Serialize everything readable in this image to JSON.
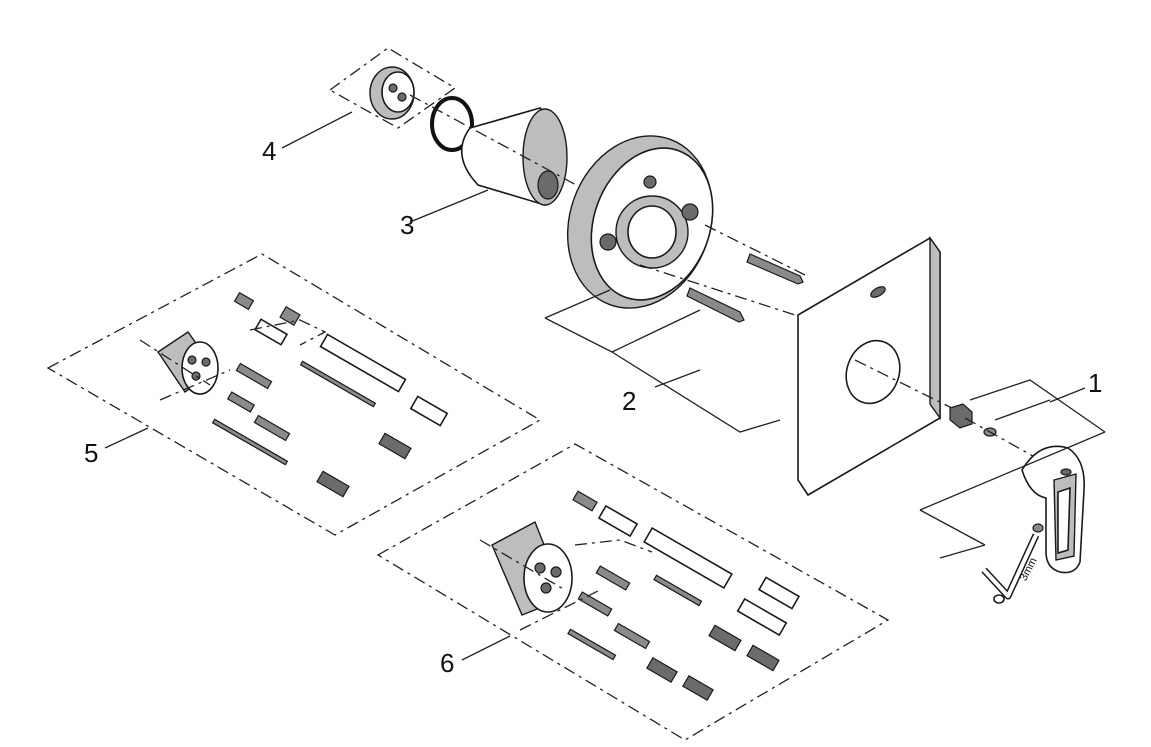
{
  "callouts": {
    "c1": "1",
    "c2": "2",
    "c3": "3",
    "c4": "4",
    "c5": "5",
    "c6": "6"
  },
  "tool_label": "3mm",
  "colors": {
    "line": "#222222",
    "fill_light": "#bdbdbd",
    "fill_dark": "#6b6b6b"
  }
}
